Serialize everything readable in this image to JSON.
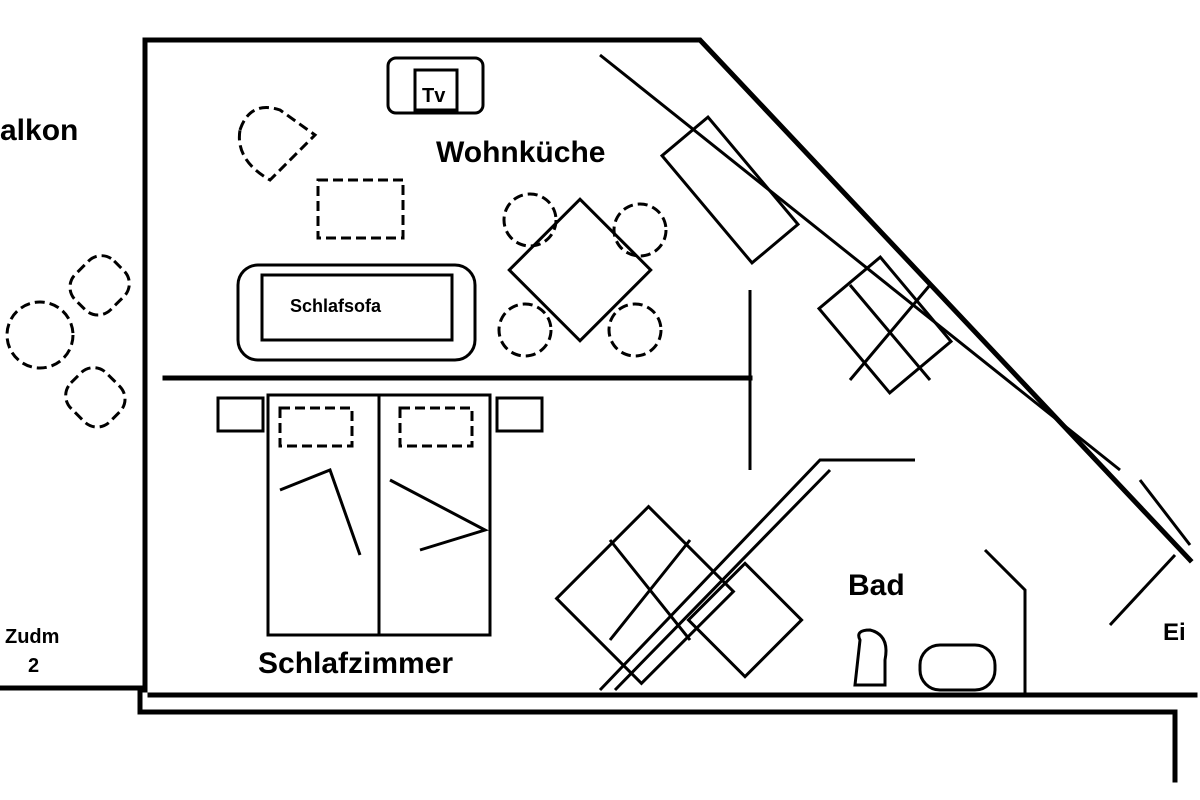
{
  "rooms": {
    "balkon": "alkon",
    "wohnkueche": "Wohnküche",
    "schlafsofa": "Schlafsofa",
    "schlafzimmer": "Schlafzimmer",
    "bad": "Bad",
    "eingang": "Ei",
    "zimmer2": "Zudm",
    "zimmer2_num": "2"
  },
  "appliance_label": "Tv"
}
